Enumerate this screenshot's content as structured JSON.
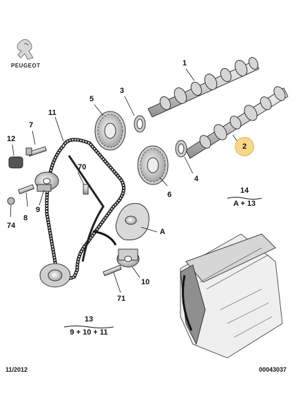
{
  "brand": {
    "name": "PEUGEOT"
  },
  "footer": {
    "date": "11/2012",
    "ref": "00043037"
  },
  "labels": {
    "p1": "1",
    "p2": "2",
    "p3": "3",
    "p4": "4",
    "p5": "5",
    "p6": "6",
    "p7": "7",
    "p8": "8",
    "p9": "9",
    "p10": "10",
    "p11": "11",
    "p12": "12",
    "p70": "70",
    "p71": "71",
    "p74": "74",
    "pA": "A"
  },
  "groups": {
    "g14": {
      "number": "14",
      "formula": "A + 13"
    },
    "g13": {
      "number": "13",
      "formula": "9 + 10 + 11"
    }
  },
  "highlight": {
    "part": "2",
    "color": "#f7d78a"
  },
  "colors": {
    "ink": "#111111",
    "part_fill": "#e8e8e8",
    "part_shade": "#a9a9a9",
    "badge": "#f7d78a"
  }
}
